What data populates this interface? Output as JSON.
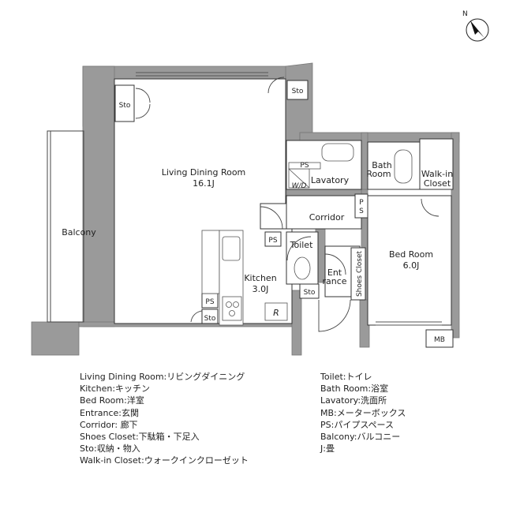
{
  "rooms": {
    "living_dining": {
      "name": "Living Dining Room",
      "size": "16.1J"
    },
    "kitchen": {
      "name": "Kitchen",
      "size": "3.0J"
    },
    "bedroom": {
      "name": "Bed Room",
      "size": "6.0J"
    },
    "balcony": "Balcony",
    "bath": {
      "line1": "Bath",
      "line2": "Room"
    },
    "walkin": {
      "line1": "Walk-in",
      "line2": "Closet"
    },
    "lavatory": "Lavatory",
    "corridor": "Corridor",
    "toilet": "Toilet",
    "entrance": {
      "line1": "Ent",
      "line2": "rance"
    },
    "shoes_closet": "Shoes Closet",
    "sto": "Sto",
    "ps": "PS",
    "ps_vertical": {
      "line1": "P",
      "line2": "S"
    },
    "mb": "MB",
    "wd": "W/D",
    "fridge": "R"
  },
  "compass": {
    "north": "N"
  },
  "legend_left": [
    "Living Dining Room:リビングダイニング",
    "Kitchen:キッチン",
    "Bed Room:洋室",
    "Entrance:玄関",
    "Corridor: 廊下",
    "Shoes Closet:下駄箱・下足入",
    "Sto:収納・物入",
    "Walk-in Closet:ウォークインクローゼット"
  ],
  "legend_right": [
    "Toilet:トイレ",
    "Bath Room:浴室",
    "Lavatory:洗面所",
    "MB:メーターボックス",
    "PS:パイプスペース",
    "Balcony:バルコニー",
    "J:畳"
  ]
}
